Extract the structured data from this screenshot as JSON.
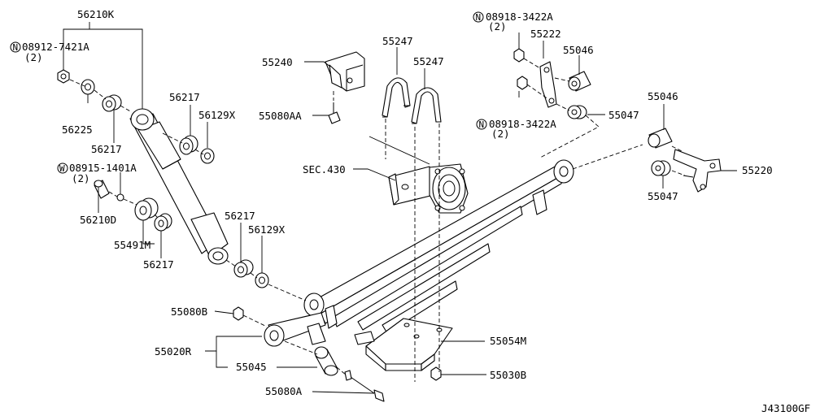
{
  "diagram_id": "J43100GF",
  "callouts": {
    "p56210K": "56210K",
    "p08912_7421A": "08912-7421A",
    "p08912_qty": "(2)",
    "p56225": "56225",
    "p56217_a": "56217",
    "p56217_b": "56217",
    "p56129X_a": "56129X",
    "p08915_1401A": "08915-1401A",
    "p08915_qty": "(2)",
    "p56210D": "56210D",
    "p55491M": "55491M",
    "p56217_c": "56217",
    "p56217_d": "56217",
    "p56129X_b": "56129X",
    "p55240": "55240",
    "p55080AA": "55080AA",
    "p55247_a": "55247",
    "p55247_b": "55247",
    "pSEC430": "SEC.430",
    "p08918_3422A_a": "08918-3422A",
    "p08918_a_qty": "(2)",
    "p55222": "55222",
    "p55046_a": "55046",
    "p55047_a": "55047",
    "p08918_3422A_b": "08918-3422A",
    "p08918_b_qty": "(2)",
    "p55046_b": "55046",
    "p55220": "55220",
    "p55047_b": "55047",
    "p55080B": "55080B",
    "p55020R": "55020R",
    "p55045": "55045",
    "p55080A": "55080A",
    "p55054M": "55054M",
    "p55030B": "55030B"
  },
  "prefix_symbols": {
    "n": "N",
    "w": "W"
  }
}
